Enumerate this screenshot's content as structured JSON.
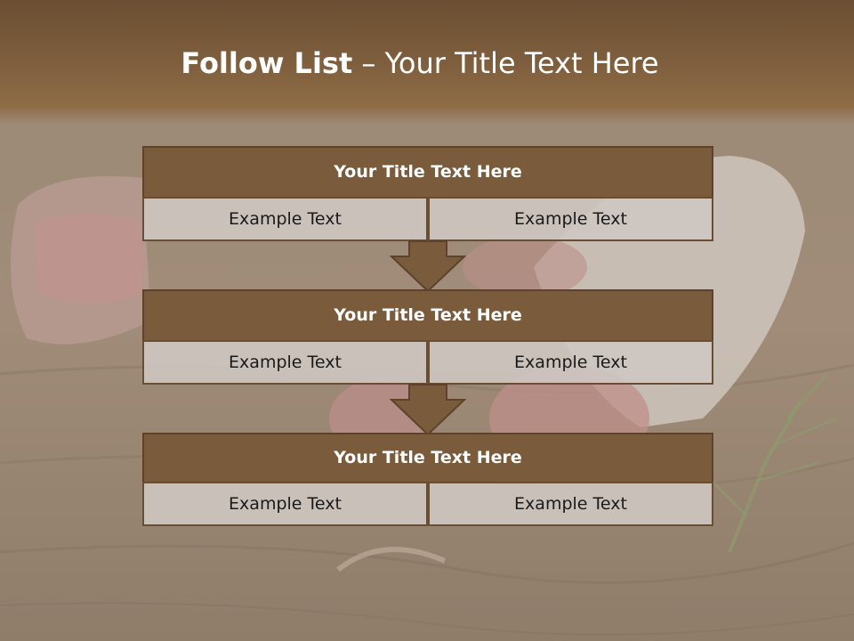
{
  "slide": {
    "title_bold": "Follow List",
    "title_rest": " – Your Title Text Here"
  },
  "steps": [
    {
      "title": "Your Title Text Here",
      "left": "Example Text",
      "right": "Example Text"
    },
    {
      "title": "Your Title Text Here",
      "left": "Example Text",
      "right": "Example Text"
    },
    {
      "title": "Your Title Text Here",
      "left": "Example Text",
      "right": "Example Text"
    }
  ],
  "icons": [
    "down-arrow-icon"
  ],
  "colors": {
    "header": "#7a5c3c",
    "cell": "#cec6c2",
    "arrow": "#7a5c3c",
    "border": "#5e4229"
  }
}
